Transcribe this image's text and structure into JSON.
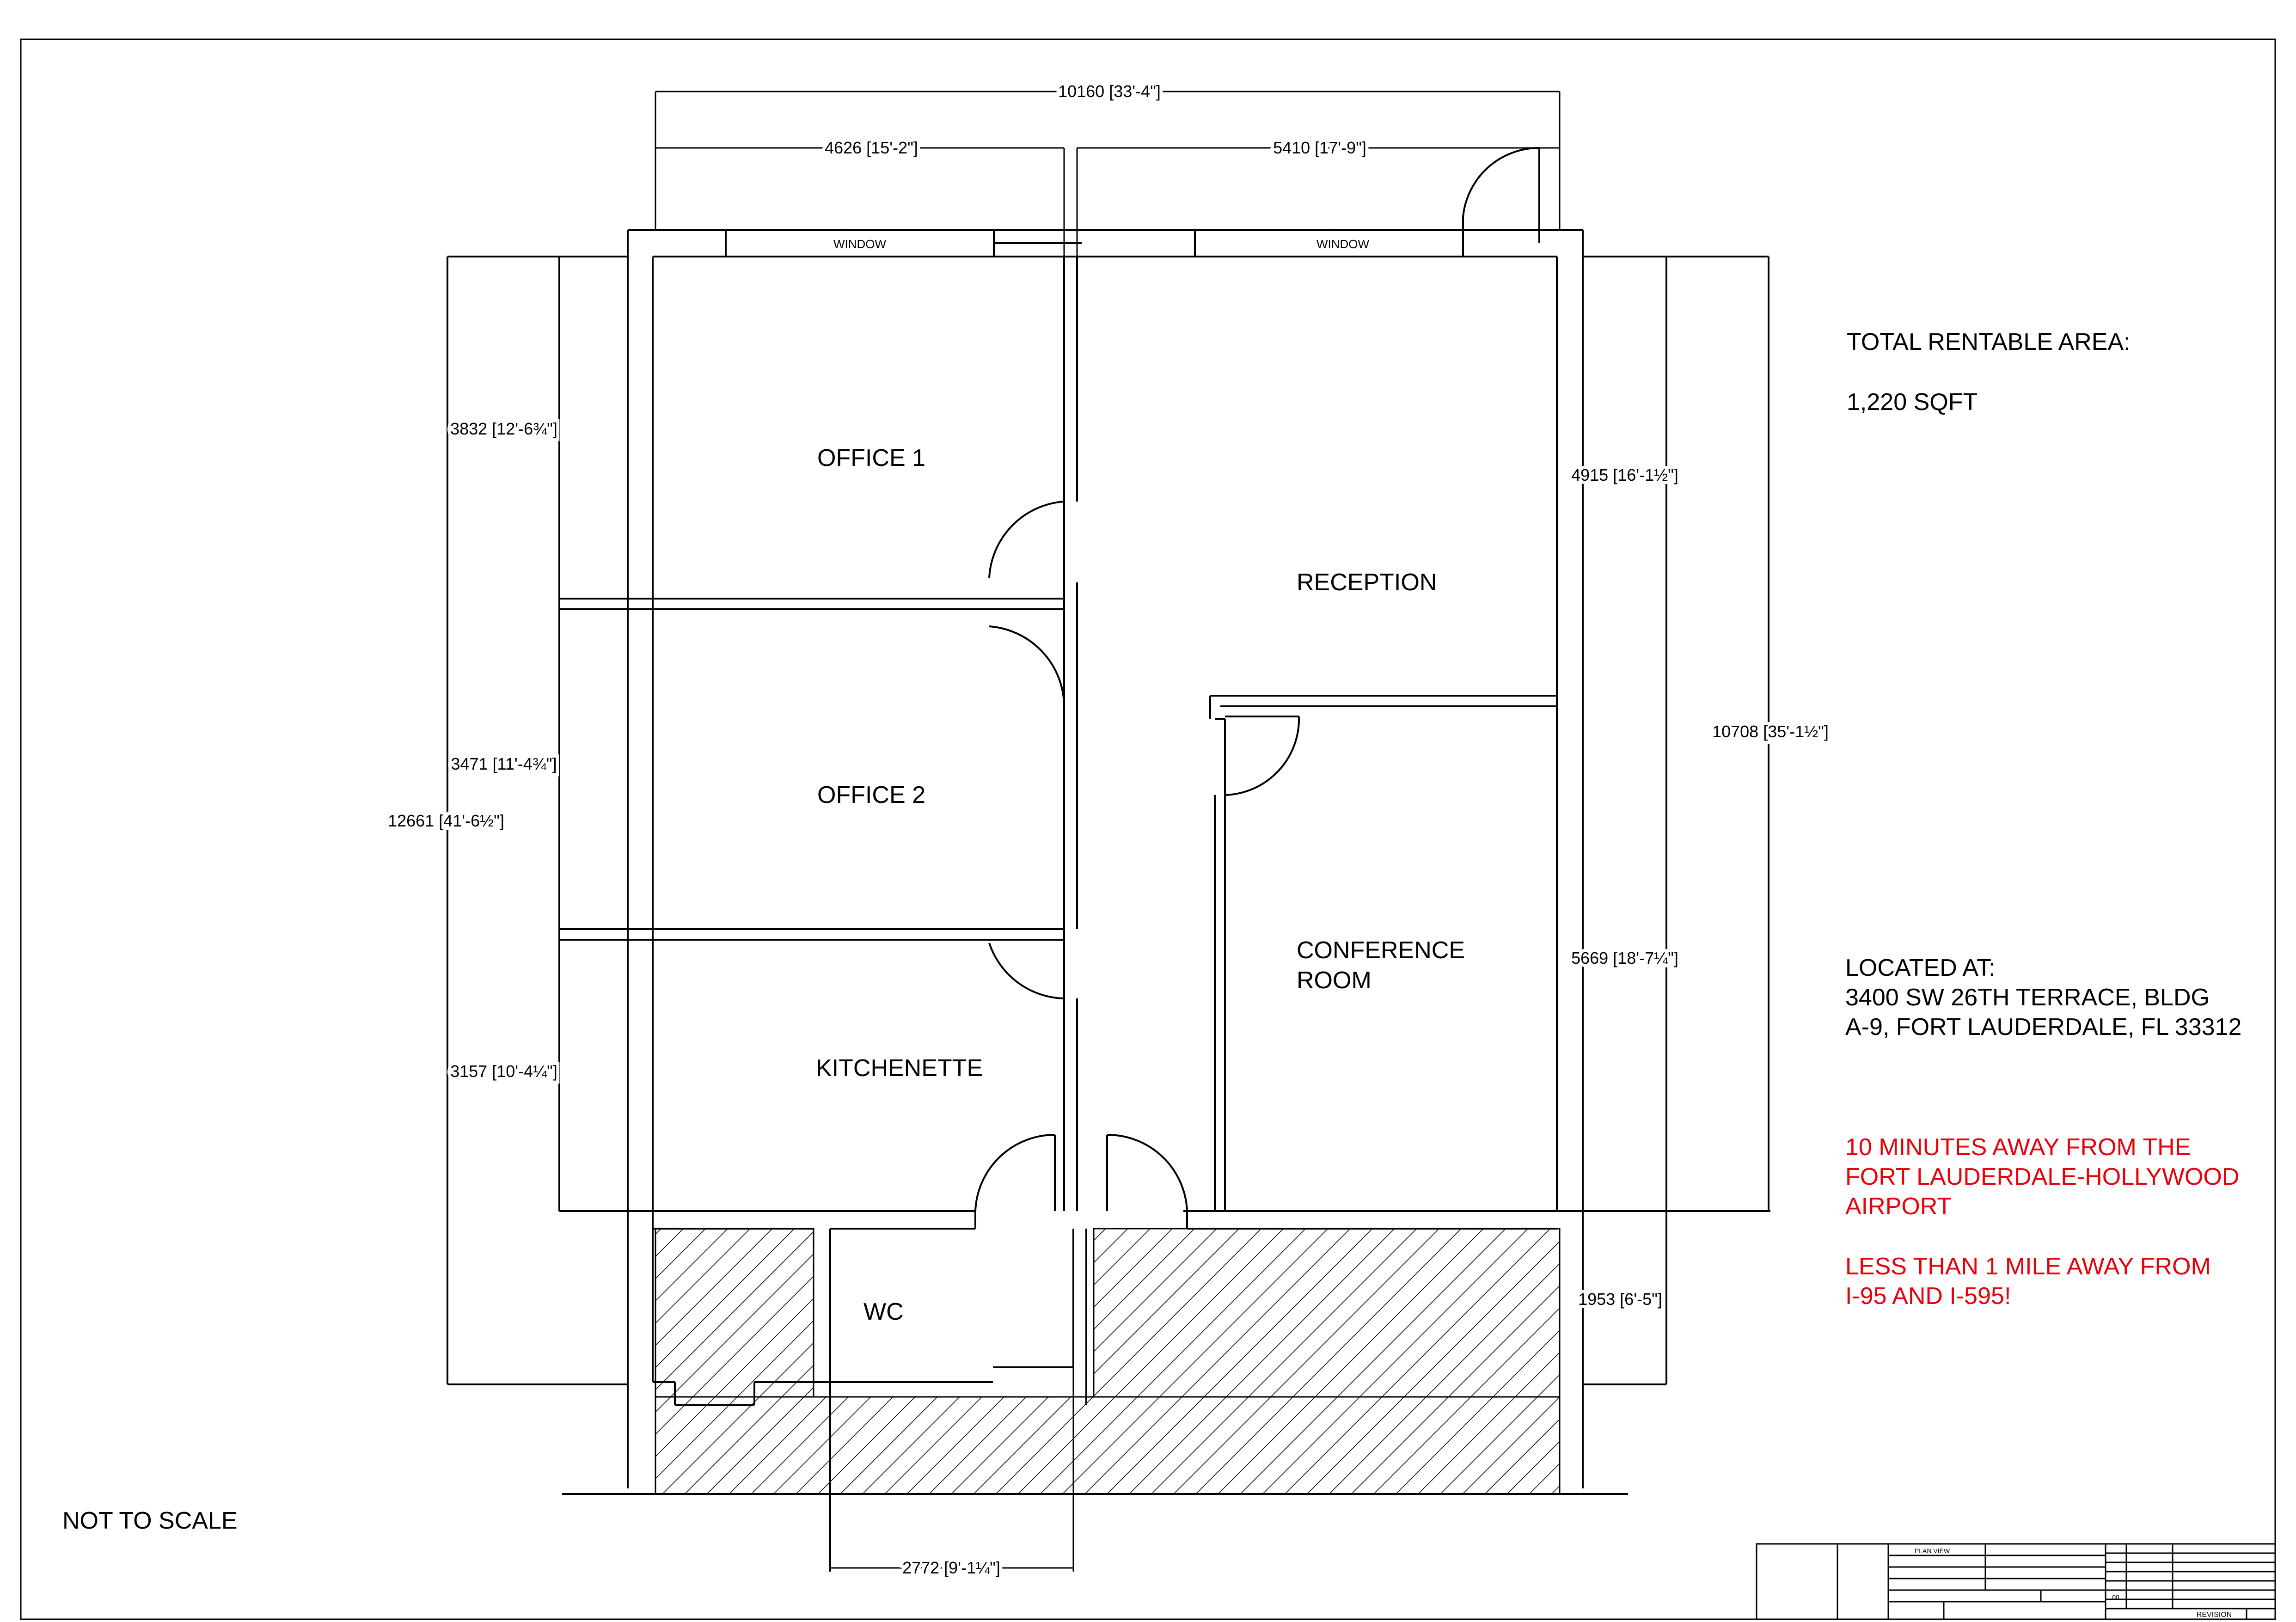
{
  "drawing": {
    "rooms": {
      "office_1": "OFFICE 1",
      "office_2": "OFFICE 2",
      "reception": "RECEPTION",
      "conference_line1": "CONFERENCE",
      "conference_line2": "ROOM",
      "kitchenette": "KITCHENETTE",
      "wc": "WC"
    },
    "window_label_1": "WINDOW",
    "window_label_2": "WINDOW",
    "dimensions": {
      "overall_width": "10160 [33'-4\"]",
      "left_width": "4626 [15'-2\"]",
      "right_width": "5410 [17'-9\"]",
      "office1_depth": "3832 [12'-6¾\"]",
      "office2_depth": "3471 [11'-4¾\"]",
      "kitchenette_depth": "3157 [10'-4¼\"]",
      "overall_depth_left": "12661 [41'-6½\"]",
      "reception_depth": "4915 [16'-1½\"]",
      "overall_depth_right": "10708 [35'-1½\"]",
      "conference_depth": "5669 [18'-7¼\"]",
      "corridor_depth": "1953 [6'-5\"]",
      "wc_width": "2772 [9'-1¼\"]"
    }
  },
  "notes": {
    "area_title": "TOTAL RENTABLE AREA:",
    "area_value": "1,220 SQFT",
    "location": "LOCATED AT:\n3400 SW 26TH TERRACE, BLDG\nA-9, FORT LAUDERDALE, FL 33312",
    "promo_1": "10 MINUTES AWAY FROM THE\nFORT LAUDERDALE-HOLLYWOOD\nAIRPORT",
    "promo_2": "LESS THAN 1 MILE AWAY FROM\nI-95 AND I-595!",
    "scale": "NOT TO SCALE"
  },
  "title_block": {
    "view": "PLAN VIEW",
    "sheet_no": "00",
    "revision": "REVISION"
  },
  "colors": {
    "ink": "#000000",
    "accent": "#e8000b"
  }
}
